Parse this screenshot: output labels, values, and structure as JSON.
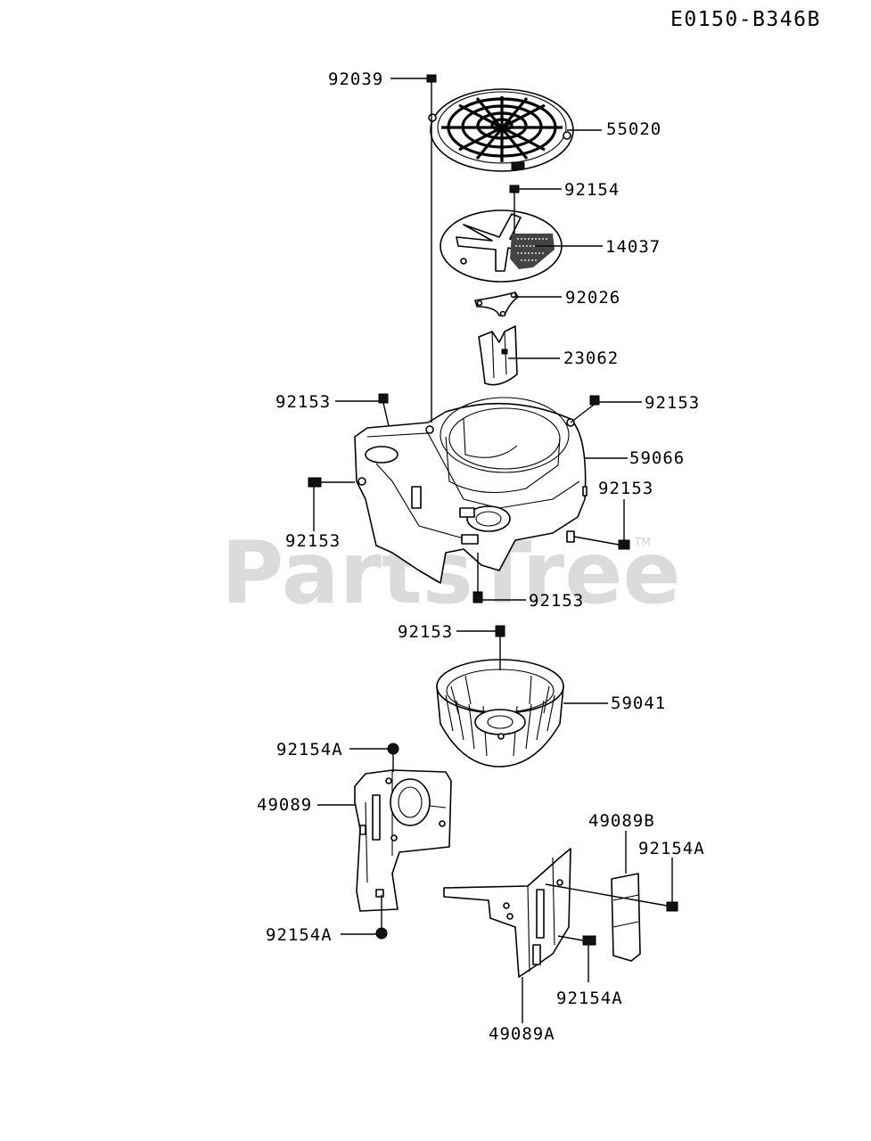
{
  "diagram_code": "E0150-B346B",
  "watermark": {
    "text": "PartsTree",
    "trademark": "TM"
  },
  "part_labels": {
    "p92039": "92039",
    "p55020": "55020",
    "p92154_top": "92154",
    "p14037": "14037",
    "p92026": "92026",
    "p23062": "23062",
    "p92153_left": "92153",
    "p92153_right": "92153",
    "p59066": "59066",
    "p92153_side_right": "92153",
    "p92153_side_left": "92153",
    "p92153_bottom": "92153",
    "p92153_flywheel": "92153",
    "p59041": "59041",
    "p92154A_upper": "92154A",
    "p49089": "49089",
    "p92154A_lower": "92154A",
    "p49089B": "49089B",
    "p92154A_right": "92154A",
    "p92154A_center": "92154A",
    "p49089A": "49089A"
  }
}
